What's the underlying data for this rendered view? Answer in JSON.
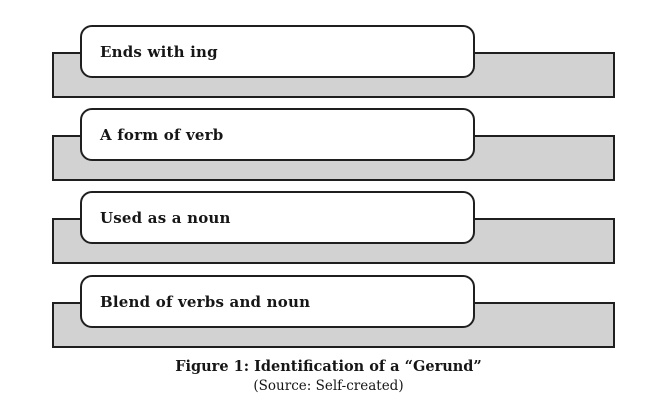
{
  "diagram": {
    "items": [
      {
        "label": "Ends with ing"
      },
      {
        "label": "A form of verb"
      },
      {
        "label": "Used as a noun"
      },
      {
        "label": "Blend of verbs and noun"
      }
    ]
  },
  "caption": {
    "title": "Figure 1: Identification of a “Gerund”",
    "source": "(Source: Self-created)"
  },
  "colors": {
    "page_bg": "#ffffff",
    "bar_fill": "#d2d2d2",
    "box_fill": "#ffffff",
    "line": "#1f1f1f",
    "text": "#161616"
  }
}
